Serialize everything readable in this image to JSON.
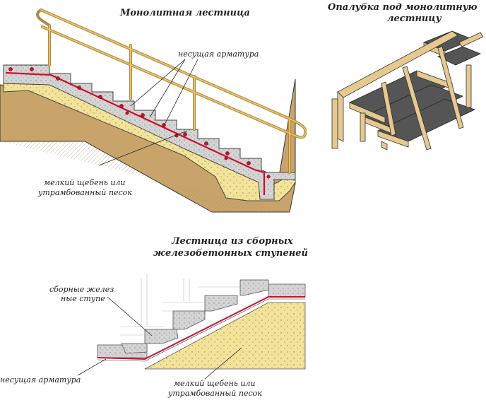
{
  "monolithic": {
    "title": "Монолитная лестница",
    "rebar_label": "несущая арматура",
    "fill_label_1": "мелкий щебень или",
    "fill_label_2": "утрамбованный песок"
  },
  "formwork": {
    "title_1": "Опалубка под монолитную",
    "title_2": "лестницу"
  },
  "precast": {
    "title_1": "Лестница из сборных",
    "title_2": "железобетонных ступеней",
    "steps_label_1": "сборные желез",
    "steps_label_2": "ные ступе",
    "rebar_label": "несущая арматура",
    "fill_label_1": "мелкий щебень или",
    "fill_label_2": "утрамбованный песок"
  },
  "colors": {
    "soil": "#c9a46a",
    "sand": "#f3e39a",
    "concrete": "#d4d4d4",
    "rebar": "#c8102e",
    "handrail": "#e8c06a",
    "wood": "#e6c98f",
    "board": "#555555"
  }
}
